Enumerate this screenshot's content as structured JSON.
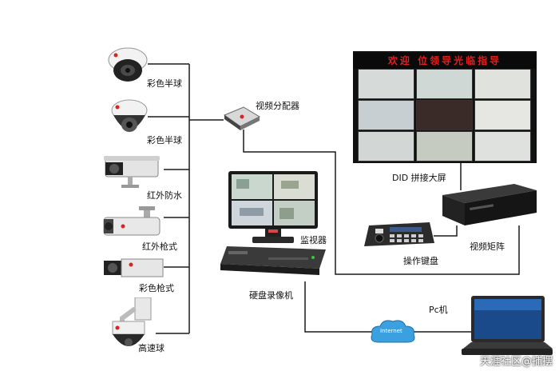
{
  "devices": {
    "dome_camera_1": "彩色半球",
    "dome_camera_2": "彩色半球",
    "ir_waterproof_camera": "红外防水",
    "ir_bullet_camera": "红外枪式",
    "color_bullet_camera": "彩色枪式",
    "speed_dome": "高速球",
    "video_distributor": "视频分配器",
    "monitor": "监视器",
    "dvr": "硬盘录像机",
    "video_wall": "DID 拼接大屏",
    "video_matrix": "视频矩阵",
    "control_keyboard": "操作键盘",
    "pc": "Pc机",
    "internet": "Internet"
  },
  "video_wall_banner": "欢迎 位领导光临指导",
  "watermark": "天涯社区@捕摆",
  "colors": {
    "wire": "#1a1a1a",
    "banner_text": "#e02020",
    "cloud": "#3aa0e0"
  }
}
